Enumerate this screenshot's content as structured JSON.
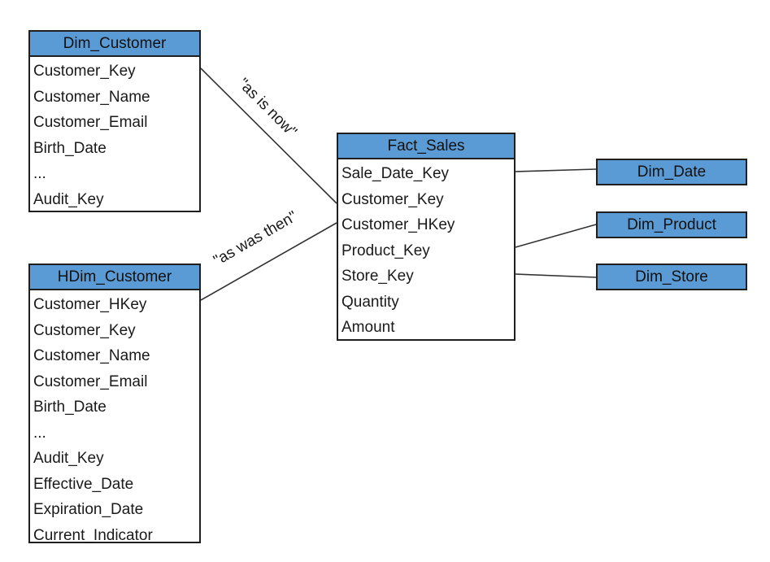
{
  "dim_customer": {
    "title": "Dim_Customer",
    "fields": [
      "Customer_Key",
      "Customer_Name",
      "Customer_Email",
      "Birth_Date",
      "...",
      "Audit_Key"
    ]
  },
  "hdim_customer": {
    "title": "HDim_Customer",
    "fields": [
      "Customer_HKey",
      "Customer_Key",
      "Customer_Name",
      "Customer_Email",
      "Birth_Date",
      "...",
      "Audit_Key",
      "Effective_Date",
      "Expiration_Date",
      "Current_Indicator"
    ]
  },
  "fact_sales": {
    "title": "Fact_Sales",
    "fields": [
      "Sale_Date_Key",
      "Customer_Key",
      "Customer_HKey",
      "Product_Key",
      "Store_Key",
      "Quantity",
      "Amount"
    ]
  },
  "dim_date": {
    "title": "Dim_Date"
  },
  "dim_product": {
    "title": "Dim_Product"
  },
  "dim_store": {
    "title": "Dim_Store"
  },
  "annotations": {
    "as_is_now": "\"as is now\"",
    "as_was_then": "\"as was then\""
  },
  "colors": {
    "header_fill": "#5b9bd5",
    "border": "#1f1f1f",
    "connector": "#333333"
  }
}
